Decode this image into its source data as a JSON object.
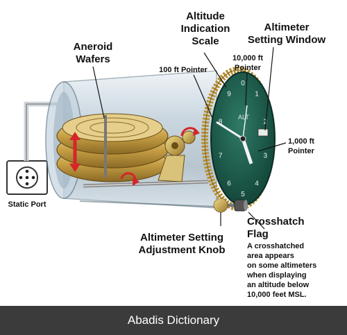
{
  "dial_numbers": [
    "0",
    "1",
    "2",
    "3",
    "4",
    "5",
    "6",
    "7",
    "8",
    "9"
  ],
  "labels": {
    "aneroid_1": "Aneroid",
    "aneroid_2": "Wafers",
    "altitude_scale_1": "Altitude",
    "altitude_scale_2": "Indication",
    "altitude_scale_3": "Scale",
    "setting_window_1": "Altimeter",
    "setting_window_2": "Setting Window",
    "pointer_100": "100 ft Pointer",
    "pointer_10000_1": "10,000 ft",
    "pointer_10000_2": "Pointer",
    "pointer_1000_1": "1,000 ft",
    "pointer_1000_2": "Pointer",
    "static_port": "Static Port",
    "knob_1": "Altimeter Setting",
    "knob_2": "Adjustment Knob",
    "crosshatch_1": "Crosshatch",
    "crosshatch_2": "Flag",
    "note_1": "A crosshatched",
    "note_2": "area appears",
    "note_3": "on some altimeters",
    "note_4": "when displaying",
    "note_5": "an altitude below",
    "note_6": "10,000 feet MSL.",
    "dial_alt": "ALT"
  },
  "footer": "Abadis Dictionary"
}
